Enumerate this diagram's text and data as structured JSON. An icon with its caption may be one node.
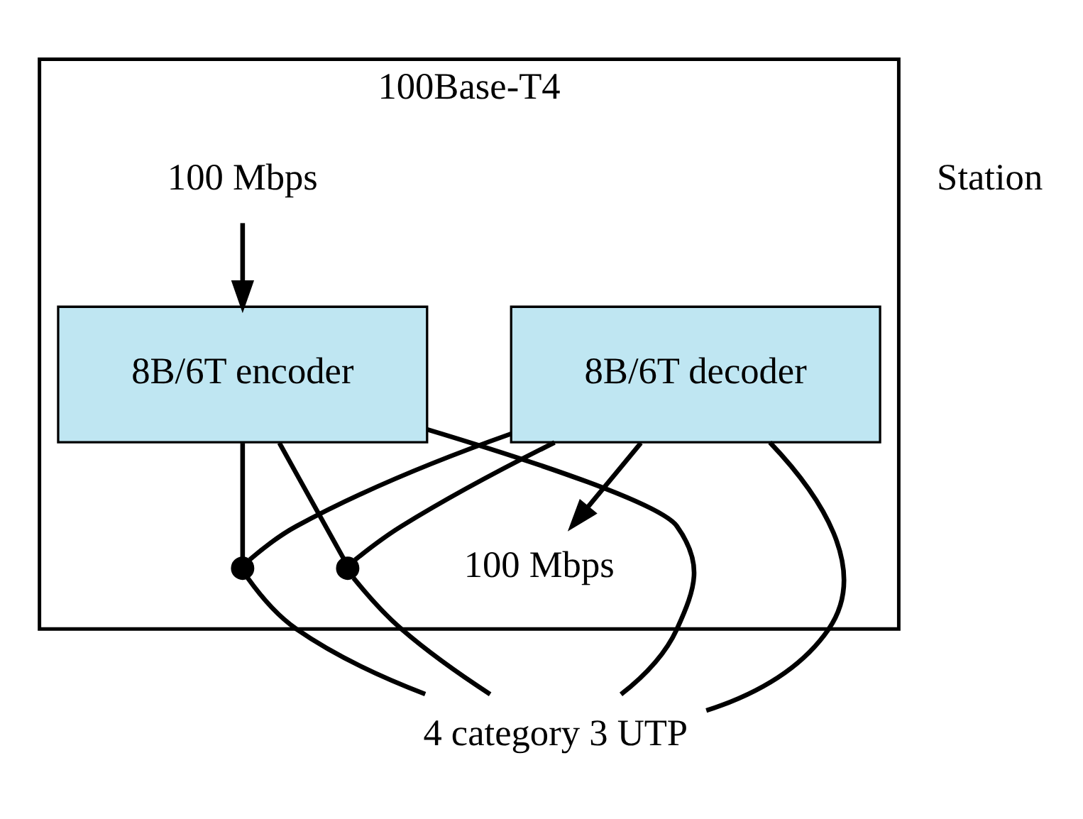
{
  "diagram": {
    "nodes": [
      {
        "text": [
          "100Base-T4"
        ]
      },
      {
        "text": [
          "100 Mbps"
        ],
        "in": 0
      },
      {
        "text": [
          "100 Mbps"
        ],
        "in": 0
      },
      {
        "text": [
          "8B/6T encoder"
        ],
        "in": 0
      },
      {
        "text": [
          "8B/6T decoder"
        ],
        "in": 0
      },
      {
        "text": [],
        "shape": "circle",
        "in": 0
      },
      {
        "text": [],
        "shape": "circle",
        "in": 0
      },
      {
        "text": [
          "4 category 3 UTP"
        ]
      }
    ],
    "edges": [
      {
        "from": 1,
        "to": 3,
        "arrow": "to"
      },
      {
        "from": 4,
        "to": 2,
        "arrow": "to"
      },
      {
        "from": 3,
        "to": 7,
        "arrow": "none"
      },
      {
        "from": 3,
        "to": 5,
        "arrow": "none"
      },
      {
        "from": 4,
        "to": 5,
        "arrow": "none"
      },
      {
        "from": 5,
        "to": 7,
        "arrow": "none"
      },
      {
        "from": 3,
        "to": 6,
        "arrow": "none"
      },
      {
        "from": 4,
        "to": 6,
        "arrow": "none"
      },
      {
        "from": 6,
        "to": 7,
        "arrow": "none"
      },
      {
        "from": 4,
        "to": 7,
        "arrow": "none"
      }
    ],
    "labels": [
      "Station"
    ]
  }
}
